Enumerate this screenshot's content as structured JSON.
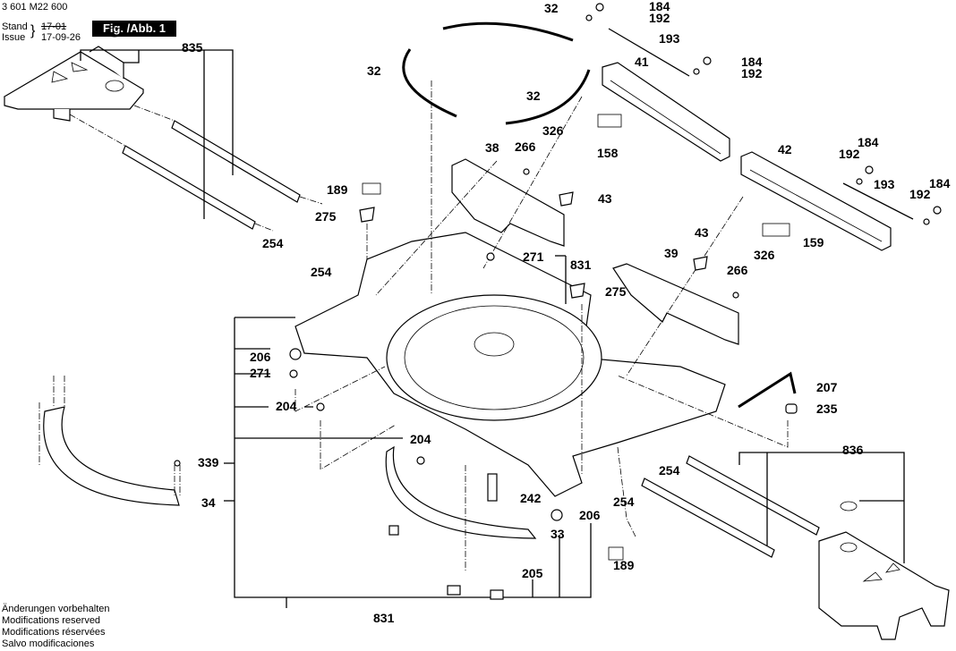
{
  "header": {
    "doc_number": "3 601 M22 600",
    "stand_label": "Stand",
    "issue_label": "Issue",
    "old_date_struck": "17-01",
    "issue_date": "17-09-26",
    "figure_label": "Fig. /Abb. 1"
  },
  "footer": {
    "lines": [
      "Änderungen vorbehalten",
      "Modifications reserved",
      "Modifications réservées",
      "Salvo modificaciones"
    ]
  },
  "callouts": {
    "p32a": "32",
    "p32b": "32",
    "p32c": "32",
    "p184a": "184",
    "p192a": "192",
    "p193a": "193",
    "p184b": "184",
    "p192b": "192",
    "p41": "41",
    "p158": "158",
    "p42": "42",
    "p192c": "192",
    "p184c": "184",
    "p193b": "193",
    "p192d": "192",
    "p184d": "184",
    "p159": "159",
    "p835": "835",
    "p38": "38",
    "p266a": "266",
    "p326a": "326",
    "p43a": "43",
    "p189a": "189",
    "p275a": "275",
    "p254a": "254",
    "p254b": "254",
    "p271a": "271",
    "p831a": "831",
    "p275b": "275",
    "p43b": "43",
    "p39": "39",
    "p266b": "266",
    "p326b": "326",
    "p206a": "206",
    "p271b": "271",
    "p204a": "204",
    "p207": "207",
    "p235": "235",
    "p204b": "204",
    "p339": "339",
    "p34": "34",
    "p254c": "254",
    "p836": "836",
    "p242": "242",
    "p254d": "254",
    "p206b": "206",
    "p33": "33",
    "p189b": "189",
    "p205": "205",
    "p831b": "831"
  }
}
